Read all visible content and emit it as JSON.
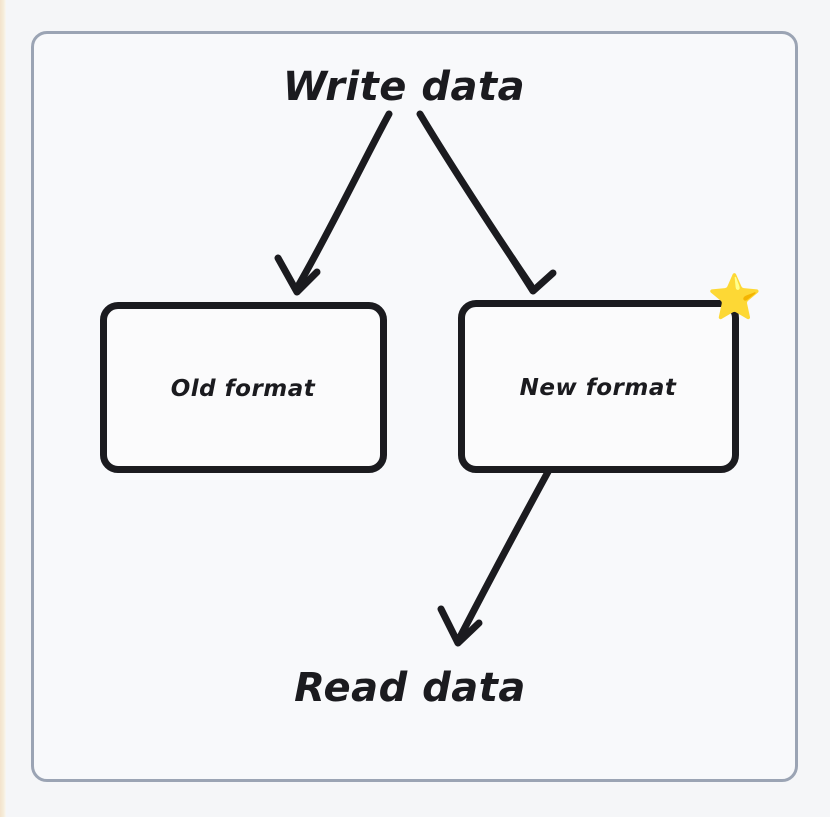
{
  "canvas": {
    "background_color": "#f5f6f8",
    "panel_color": "#f8f9fb",
    "frame_border_color": "#9ba4b4",
    "page_edge_color": "#f3e3cc"
  },
  "diagram": {
    "type": "flowchart",
    "style": "hand-drawn",
    "stroke_color": "#1b1b1f",
    "labels": {
      "write_data": "Write data",
      "read_data": "Read data"
    },
    "nodes": [
      {
        "id": "old-format",
        "label": "Old format",
        "shape": "rounded-rectangle",
        "badge": null
      },
      {
        "id": "new-format",
        "label": "New format",
        "shape": "rounded-rectangle",
        "badge": "star-emoji"
      }
    ],
    "badges": {
      "star": "⭐",
      "star_name": "star-emoji",
      "star_color": "#f7c948"
    },
    "edges": [
      {
        "from": "write_data",
        "to": "old-format",
        "arrow": true
      },
      {
        "from": "write_data",
        "to": "new-format",
        "arrow": true
      },
      {
        "from": "new-format",
        "to": "read_data",
        "arrow": true
      }
    ]
  }
}
